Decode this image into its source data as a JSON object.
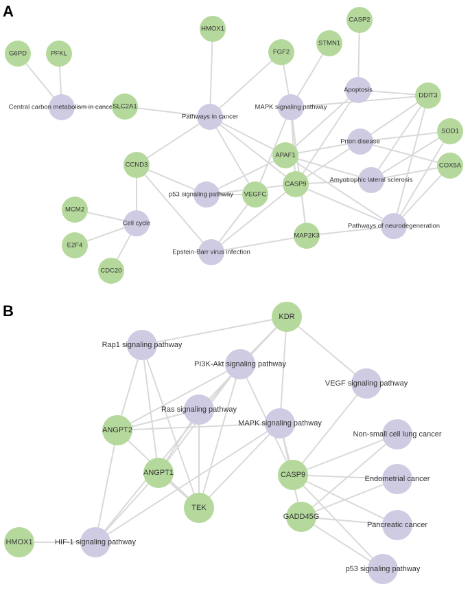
{
  "panels": [
    {
      "label": "A",
      "nodes": [
        {
          "id": "G6PD",
          "label": "G6PD",
          "kind": "gene"
        },
        {
          "id": "PFKL",
          "label": "PFKL",
          "kind": "gene"
        },
        {
          "id": "CCM",
          "label": "Central carbon metabolism in cancer",
          "kind": "pathway"
        },
        {
          "id": "SLC2A1",
          "label": "SLC2A1",
          "kind": "gene"
        },
        {
          "id": "HMOX1",
          "label": "HMOX1",
          "kind": "gene"
        },
        {
          "id": "PIC",
          "label": "Pathways in cancer",
          "kind": "pathway"
        },
        {
          "id": "FGF2",
          "label": "FGF2",
          "kind": "gene"
        },
        {
          "id": "STMN1",
          "label": "STMN1",
          "kind": "gene"
        },
        {
          "id": "CASP2",
          "label": "CASP2",
          "kind": "gene"
        },
        {
          "id": "MAPK",
          "label": "MAPK signaling pathway",
          "kind": "pathway"
        },
        {
          "id": "APOP",
          "label": "Apoptosis",
          "kind": "pathway"
        },
        {
          "id": "DDIT3",
          "label": "DDIT3",
          "kind": "gene"
        },
        {
          "id": "PRION",
          "label": "Prion disease",
          "kind": "pathway"
        },
        {
          "id": "SOD1",
          "label": "SOD1",
          "kind": "gene"
        },
        {
          "id": "APAF1",
          "label": "APAF1",
          "kind": "gene"
        },
        {
          "id": "CCND3",
          "label": "CCND3",
          "kind": "gene"
        },
        {
          "id": "P53",
          "label": "p53 signaling pathway",
          "kind": "pathway"
        },
        {
          "id": "VEGFC",
          "label": "VEGFC",
          "kind": "gene"
        },
        {
          "id": "CASP9",
          "label": "CASP9",
          "kind": "gene"
        },
        {
          "id": "ALS",
          "label": "Amyotrophic lateral sclerosis",
          "kind": "pathway"
        },
        {
          "id": "COX5A",
          "label": "COX5A",
          "kind": "gene"
        },
        {
          "id": "MCM2",
          "label": "MCM2",
          "kind": "gene"
        },
        {
          "id": "CELLCYCLE",
          "label": "Cell cycle",
          "kind": "pathway"
        },
        {
          "id": "E2F4",
          "label": "E2F4",
          "kind": "gene"
        },
        {
          "id": "CDC20",
          "label": "CDC20",
          "kind": "gene"
        },
        {
          "id": "EBV",
          "label": "Epstein-Barr virus infection",
          "kind": "pathway"
        },
        {
          "id": "MAP2K3",
          "label": "MAP2K3",
          "kind": "gene"
        },
        {
          "id": "NEURO",
          "label": "Pathways of neurodegeneration",
          "kind": "pathway"
        }
      ],
      "edges": [
        [
          "G6PD",
          "CCM"
        ],
        [
          "PFKL",
          "CCM"
        ],
        [
          "SLC2A1",
          "CCM"
        ],
        [
          "SLC2A1",
          "PIC"
        ],
        [
          "HMOX1",
          "PIC"
        ],
        [
          "PIC",
          "FGF2"
        ],
        [
          "PIC",
          "CCND3"
        ],
        [
          "PIC",
          "APAF1"
        ],
        [
          "PIC",
          "CASP9"
        ],
        [
          "PIC",
          "VEGFC"
        ],
        [
          "FGF2",
          "MAPK"
        ],
        [
          "STMN1",
          "MAPK"
        ],
        [
          "CASP2",
          "APOP"
        ],
        [
          "MAPK",
          "DDIT3"
        ],
        [
          "MAPK",
          "CASP9"
        ],
        [
          "MAPK",
          "VEGFC"
        ],
        [
          "MAPK",
          "MAP2K3"
        ],
        [
          "APOP",
          "DDIT3"
        ],
        [
          "APOP",
          "APAF1"
        ],
        [
          "APOP",
          "CASP9"
        ],
        [
          "DDIT3",
          "ALS"
        ],
        [
          "DDIT3",
          "NEURO"
        ],
        [
          "DDIT3",
          "PRION"
        ],
        [
          "PRION",
          "APAF1"
        ],
        [
          "PRION",
          "CASP9"
        ],
        [
          "PRION",
          "SOD1"
        ],
        [
          "PRION",
          "COX5A"
        ],
        [
          "SOD1",
          "ALS"
        ],
        [
          "SOD1",
          "NEURO"
        ],
        [
          "COX5A",
          "ALS"
        ],
        [
          "COX5A",
          "NEURO"
        ],
        [
          "APAF1",
          "ALS"
        ],
        [
          "APAF1",
          "NEURO"
        ],
        [
          "APAF1",
          "P53"
        ],
        [
          "CASP9",
          "ALS"
        ],
        [
          "CASP9",
          "NEURO"
        ],
        [
          "CASP9",
          "P53"
        ],
        [
          "CASP9",
          "EBV"
        ],
        [
          "CCND3",
          "CELLCYCLE"
        ],
        [
          "CCND3",
          "P53"
        ],
        [
          "CCND3",
          "EBV"
        ],
        [
          "VEGFC",
          "EBV"
        ],
        [
          "VEGFC",
          "P53"
        ],
        [
          "MCM2",
          "CELLCYCLE"
        ],
        [
          "E2F4",
          "CELLCYCLE"
        ],
        [
          "CDC20",
          "CELLCYCLE"
        ],
        [
          "EBV",
          "MAP2K3"
        ],
        [
          "MAP2K3",
          "NEURO"
        ],
        [
          "MAP2K3",
          "MAPK"
        ]
      ]
    },
    {
      "label": "B",
      "nodes": [
        {
          "id": "KDR",
          "label": "KDR",
          "kind": "gene"
        },
        {
          "id": "RAP1",
          "label": "Rap1 signaling pathway",
          "kind": "pathway"
        },
        {
          "id": "PI3K",
          "label": "PI3K-Akt signaling pathway",
          "kind": "pathway"
        },
        {
          "id": "VEGF",
          "label": "VEGF signaling pathway",
          "kind": "pathway"
        },
        {
          "id": "RAS",
          "label": "Ras signaling pathway",
          "kind": "pathway"
        },
        {
          "id": "ANGPT2",
          "label": "ANGPT2",
          "kind": "gene"
        },
        {
          "id": "MAPKB",
          "label": "MAPK signaling pathway",
          "kind": "pathway"
        },
        {
          "id": "NSCLC",
          "label": "Non-small cell lung cancer",
          "kind": "pathway"
        },
        {
          "id": "ANGPT1",
          "label": "ANGPT1",
          "kind": "gene"
        },
        {
          "id": "CASP9B",
          "label": "CASP9",
          "kind": "gene"
        },
        {
          "id": "ENDO",
          "label": "Endometrial cancer",
          "kind": "pathway"
        },
        {
          "id": "TEK",
          "label": "TEK",
          "kind": "gene"
        },
        {
          "id": "GADD45G",
          "label": "GADD45G",
          "kind": "gene"
        },
        {
          "id": "PANC",
          "label": "Pancreatic cancer",
          "kind": "pathway"
        },
        {
          "id": "HMOX1B",
          "label": "HMOX1",
          "kind": "gene"
        },
        {
          "id": "HIF1",
          "label": "HIF-1 signaling pathway",
          "kind": "pathway"
        },
        {
          "id": "P53B",
          "label": "p53 signaling pathway",
          "kind": "pathway"
        }
      ],
      "edges": [
        [
          "KDR",
          "RAP1"
        ],
        [
          "KDR",
          "PI3K"
        ],
        [
          "KDR",
          "RAS"
        ],
        [
          "KDR",
          "MAPKB"
        ],
        [
          "KDR",
          "VEGF"
        ],
        [
          "RAP1",
          "ANGPT2"
        ],
        [
          "RAP1",
          "ANGPT1"
        ],
        [
          "RAP1",
          "TEK"
        ],
        [
          "PI3K",
          "ANGPT2"
        ],
        [
          "PI3K",
          "ANGPT1"
        ],
        [
          "PI3K",
          "TEK"
        ],
        [
          "PI3K",
          "CASP9B"
        ],
        [
          "PI3K",
          "HIF1"
        ],
        [
          "RAS",
          "ANGPT2"
        ],
        [
          "RAS",
          "ANGPT1"
        ],
        [
          "RAS",
          "TEK"
        ],
        [
          "ANGPT2",
          "MAPKB"
        ],
        [
          "ANGPT2",
          "TEK"
        ],
        [
          "ANGPT2",
          "HIF1"
        ],
        [
          "ANGPT1",
          "TEK"
        ],
        [
          "ANGPT1",
          "HIF1"
        ],
        [
          "MAPKB",
          "TEK"
        ],
        [
          "MAPKB",
          "CASP9B"
        ],
        [
          "MAPKB",
          "GADD45G"
        ],
        [
          "MAPKB",
          "HIF1"
        ],
        [
          "VEGF",
          "CASP9B"
        ],
        [
          "CASP9B",
          "NSCLC"
        ],
        [
          "CASP9B",
          "ENDO"
        ],
        [
          "CASP9B",
          "PANC"
        ],
        [
          "CASP9B",
          "P53B"
        ],
        [
          "GADD45G",
          "NSCLC"
        ],
        [
          "GADD45G",
          "ENDO"
        ],
        [
          "GADD45G",
          "PANC"
        ],
        [
          "GADD45G",
          "P53B"
        ],
        [
          "HMOX1B",
          "HIF1"
        ]
      ]
    }
  ]
}
